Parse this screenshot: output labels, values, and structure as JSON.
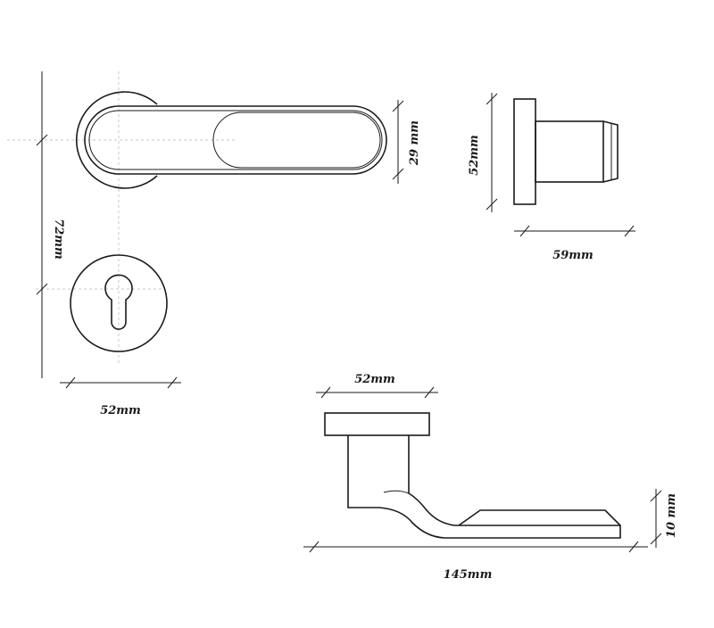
{
  "dimensions": {
    "front_plate_width": "52mm",
    "front_center_distance": "72mm",
    "lever_height": "29 mm",
    "side_rose_height": "52mm",
    "side_projection": "59mm",
    "top_rose_width": "52mm",
    "top_lever_thickness": "10 mm",
    "top_total_length": "145mm"
  },
  "colors": {
    "line": "#1a1a1a",
    "centerline": "#c8c8c8",
    "background": "#ffffff"
  }
}
